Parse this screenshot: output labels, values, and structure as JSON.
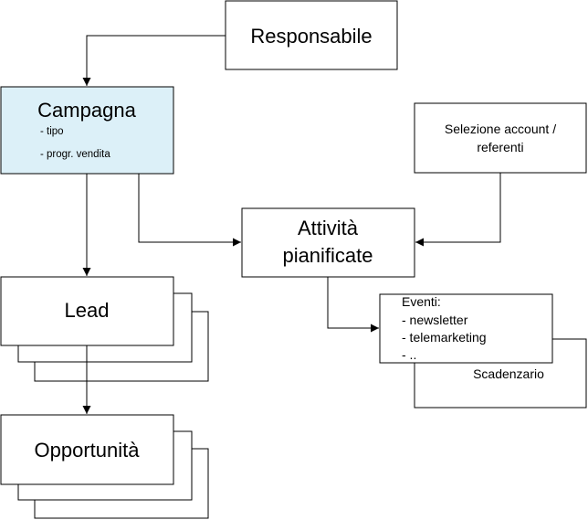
{
  "nodes": {
    "responsabile": {
      "label": "Responsabile"
    },
    "campagna": {
      "label": "Campagna",
      "details": [
        "- tipo",
        "- progr. vendita"
      ],
      "fill": "#dcf0f8"
    },
    "selezione": {
      "line1": "Selezione account /",
      "line2": "referenti"
    },
    "attivita": {
      "line1": "Attività",
      "line2": "pianificate"
    },
    "lead": {
      "label": "Lead"
    },
    "eventi": {
      "title": "Eventi:",
      "items": [
        "- newsletter",
        "- telemarketing",
        "- .."
      ]
    },
    "scadenzario": {
      "label": "Scadenzario"
    },
    "opportunita": {
      "label": "Opportunità"
    }
  }
}
